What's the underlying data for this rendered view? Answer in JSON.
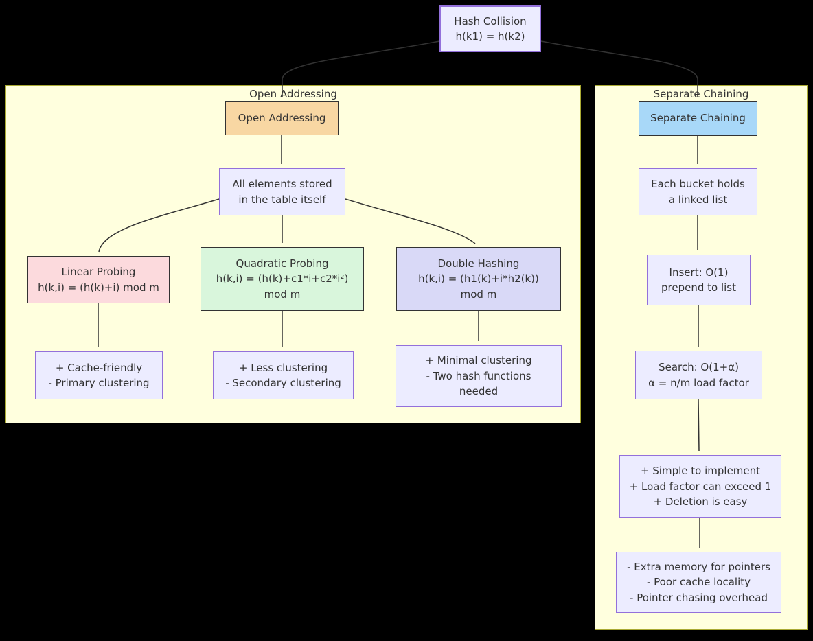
{
  "colors": {
    "background": "#000000",
    "edge": "#333333",
    "cluster_fill": "#FFFFDE",
    "cluster_border": "#AAAA33",
    "default_fill": "#ECECFF",
    "default_border": "#9370DB",
    "dark_border": "#333333",
    "orange_fill": "#F8D7A3",
    "blue_fill": "#A8D8F8",
    "pink_fill": "#FCDADD",
    "green_fill": "#D9F6DC",
    "periwinkle_fill": "#D9D9F7"
  },
  "root": {
    "lines": [
      "Hash Collision",
      "h(k1) = h(k2)"
    ],
    "fill": "#ECECFF",
    "border": "#9370DB"
  },
  "clusters": {
    "open_addressing": {
      "title": "Open Addressing"
    },
    "separate_chaining": {
      "title": "Separate Chaining"
    }
  },
  "nodes": {
    "oa": {
      "lines": [
        "Open Addressing"
      ],
      "fill": "#F8D7A3",
      "border": "#333333"
    },
    "all": {
      "lines": [
        "All elements stored",
        "in the table itself"
      ],
      "fill": "#ECECFF",
      "border": "#9370DB"
    },
    "linear": {
      "lines": [
        "Linear Probing",
        "h(k,i) = (h(k)+i) mod m"
      ],
      "fill": "#FCDADD",
      "border": "#333333"
    },
    "quadratic": {
      "lines": [
        "Quadratic Probing",
        "h(k,i) = (h(k)+c1*i+c2*i²)",
        "mod m"
      ],
      "fill": "#D9F6DC",
      "border": "#333333"
    },
    "double": {
      "lines": [
        "Double Hashing",
        "h(k,i) = (h1(k)+i*h2(k))",
        "mod m"
      ],
      "fill": "#D9D9F7",
      "border": "#333333"
    },
    "linear_res": {
      "lines": [
        "+ Cache-friendly",
        "- Primary clustering"
      ],
      "fill": "#ECECFF",
      "border": "#9370DB"
    },
    "quadratic_res": {
      "lines": [
        "+ Less clustering",
        "- Secondary clustering"
      ],
      "fill": "#ECECFF",
      "border": "#9370DB"
    },
    "double_res": {
      "lines": [
        "+ Minimal clustering",
        "- Two hash functions",
        "needed"
      ],
      "fill": "#ECECFF",
      "border": "#9370DB"
    },
    "sc": {
      "lines": [
        "Separate Chaining"
      ],
      "fill": "#A8D8F8",
      "border": "#333333"
    },
    "bucket": {
      "lines": [
        "Each bucket holds",
        "a linked list"
      ],
      "fill": "#ECECFF",
      "border": "#9370DB"
    },
    "insert": {
      "lines": [
        "Insert: O(1)",
        "prepend to list"
      ],
      "fill": "#ECECFF",
      "border": "#9370DB"
    },
    "search": {
      "lines": [
        "Search: O(1+α)",
        "α = n/m load factor"
      ],
      "fill": "#ECECFF",
      "border": "#9370DB"
    },
    "pros": {
      "lines": [
        "+ Simple to implement",
        "+ Load factor can exceed 1",
        "+ Deletion is easy"
      ],
      "fill": "#ECECFF",
      "border": "#9370DB"
    },
    "cons": {
      "lines": [
        "- Extra memory for pointers",
        "- Poor cache locality",
        "- Pointer chasing overhead"
      ],
      "fill": "#ECECFF",
      "border": "#9370DB"
    }
  }
}
